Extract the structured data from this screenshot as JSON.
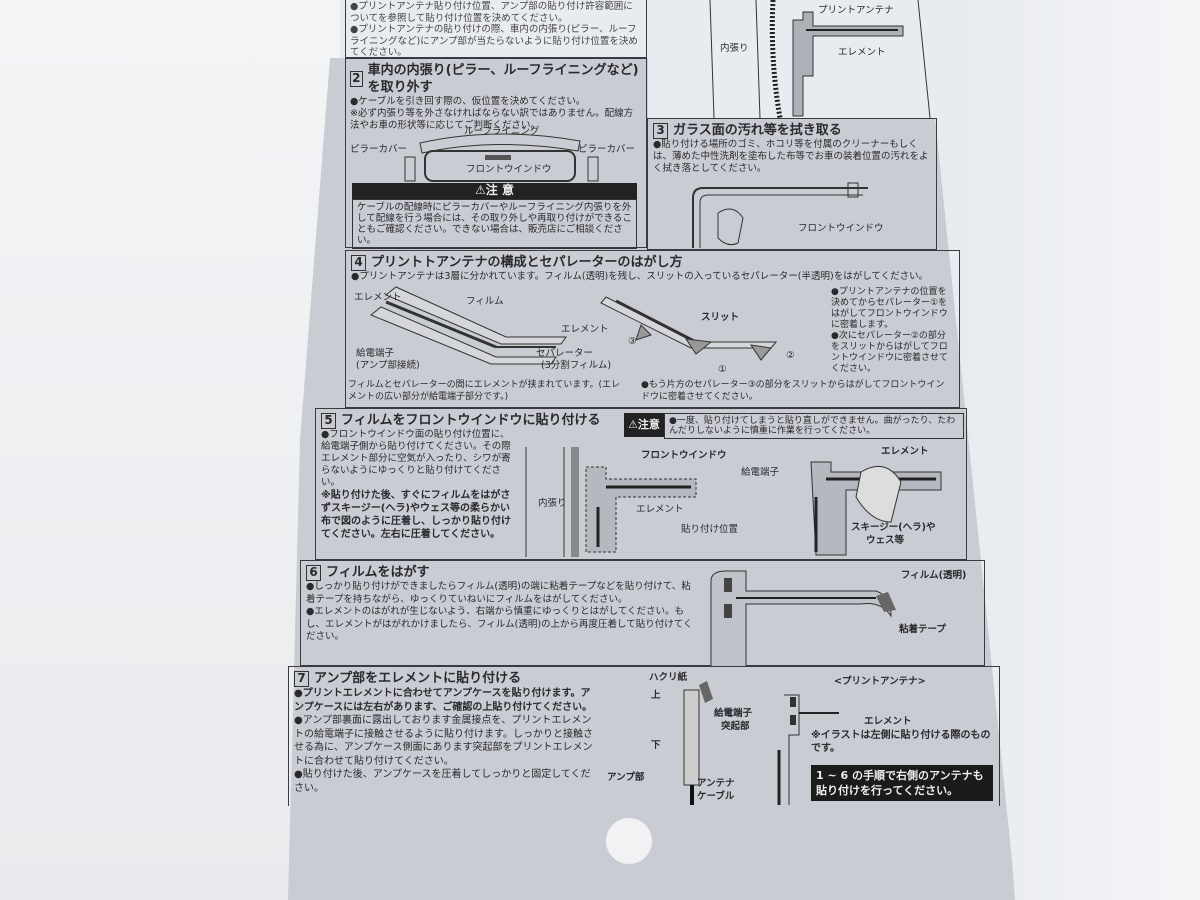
{
  "top_section": {
    "bullets": [
      "●プリントアンテナ貼り付け位置、アンプ部の貼り付け許容範囲についてを参照して貼り付け位置を決めてください。",
      "●プリントアンテナの貼り付けの際、車内の内張り(ピラー、ルーフライニングなど)にアンプ部が当たらないように貼り付け位置を決めてください。"
    ],
    "diagram_labels": {
      "inner": "内張り",
      "antenna": "プリントアンテナ",
      "element": "エレメント"
    }
  },
  "step2": {
    "number": "2",
    "title": "車内の内張り(ピラー、ルーフライニングなど)を取り外す",
    "text": [
      "●ケーブルを引き回す際の、仮位置を決めてください。",
      "※必ず内張り等を外さなければならない訳ではありません。配線方法やお車の形状等に応じてご判断ください。"
    ],
    "labels": {
      "roof": "ルーフライニング",
      "pillar_left": "ピラーカバー",
      "pillar_right": "ピラーカバー",
      "windshield": "フロントウインドウ"
    },
    "caution_title": "⚠注 意",
    "caution_text": "ケーブルの配線時にピラーカバーやルーフライニング内張りを外して配線を行う場合には、その取り外しや再取り付けができることもご確認ください。できない場合は、販売店にご相談ください。"
  },
  "step3": {
    "number": "3",
    "title": "ガラス面の汚れ等を拭き取る",
    "text": "●貼り付ける場所のゴミ、ホコリ等を付属のクリーナーもしくは、薄めた中性洗剤を塗布した布等でお車の装着位置の汚れをよく拭き落としてください。",
    "labels": {
      "windshield": "フロントウインドウ"
    }
  },
  "step4": {
    "number": "4",
    "title": "プリントトアンテナの構成とセパレーターのはがし方",
    "text": "●プリントアンテナは3層に分かれています。フィルム(透明)を残し、スリットの入っているセパレーター(半透明)をはがしてください。",
    "labels": {
      "element1": "エレメント",
      "film": "フィルム",
      "element2": "エレメント",
      "feed": "給電端子",
      "feed_sub": "(アンプ部接続)",
      "separator": "セパレーター",
      "separator_sub": "(3分割フィルム)",
      "slit": "スリット",
      "n1": "①",
      "n2": "②",
      "n3": "③"
    },
    "note_left": "フィルムとセパレーターの間にエレメントが挟まれています。(エレメントの広い部分が給電端子部分です。)",
    "note_mid": "●もう片方のセパレーター③の部分をスリットからはがしてフロントウインドウに密着させてください。",
    "side": [
      "●プリントアンテナの位置を決めてからセパレーター①をはがしてフロントウインドウに密着します。",
      "●次にセパレーター②の部分をスリットからはがしてフロントウインドウに密着させてください。"
    ]
  },
  "step5": {
    "number": "5",
    "title": "フィルムをフロントウインドウに貼り付ける",
    "text": "●フロントウインドウ面の貼り付け位置に、給電端子側から貼り付けてください。その際エレメント部分に空気が入ったり、シワが寄らないようにゆっくりと貼り付けてください。",
    "note": "※貼り付けた後、すぐにフィルムをはがさずスキージー(ヘラ)やウェス等の柔らかい布で図のように圧着し、しっかり貼り付けてください。左右に圧着してください。",
    "caution_title": "⚠注意",
    "caution_text": "●一度、貼り付けてしまうと貼り直しができません。曲がったり、たわんだりしないように慎重に作業を行ってください。",
    "labels": {
      "inner": "内張り",
      "windshield": "フロントウインドウ",
      "element": "エレメント",
      "position": "貼り付け位置",
      "feed": "給電端子",
      "element2": "エレメント",
      "squeegee": "スキージー(ヘラ)や",
      "waste": "ウェス等"
    }
  },
  "step6": {
    "number": "6",
    "title": "フィルムをはがす",
    "text": [
      "●しっかり貼り付けができましたらフィルム(透明)の端に粘着テープなどを貼り付けて、粘着テープを持ちながら、ゆっくりていねいにフィルムをはがしてください。",
      "●エレメントのはがれが生じないよう、右端から慎重にゆっくりとはがしてください。もし、エレメントがはがれかけましたら、フィルム(透明)の上から再度圧着して貼り付けてください。"
    ],
    "labels": {
      "film": "フィルム(透明)",
      "tape": "粘着テープ"
    }
  },
  "step7": {
    "number": "7",
    "title": "アンプ部をエレメントに貼り付ける",
    "text": [
      "●プリントエレメントに合わせてアンプケースを貼り付けます。アンプケースには左右があります、ご確認の上貼り付けてください。",
      "●アンプ部裏面に露出しております金属接点を、プリントエレメントの給電端子に接触させるように貼り付けます。しっかりと接触させる為に、アンプケース側面にあります突起部をプリントエレメントに合わせて貼り付けてください。",
      "●貼り付けた後、アンプケースを圧着してしっかりと固定してください。"
    ],
    "labels": {
      "release": "ハクリ紙",
      "up": "上",
      "down": "下",
      "amp": "アンプ部",
      "cable1": "アンテナ",
      "cable2": "ケーブル",
      "feed": "給電端子",
      "bump": "突起部",
      "antenna": "<プリントアンテナ>",
      "element": "エレメント",
      "note": "※イラストは左側に貼り付ける際のものです。"
    },
    "final_note": "1 ~ 6 の手順で右側のアンテナも貼り付けを行ってください。"
  }
}
